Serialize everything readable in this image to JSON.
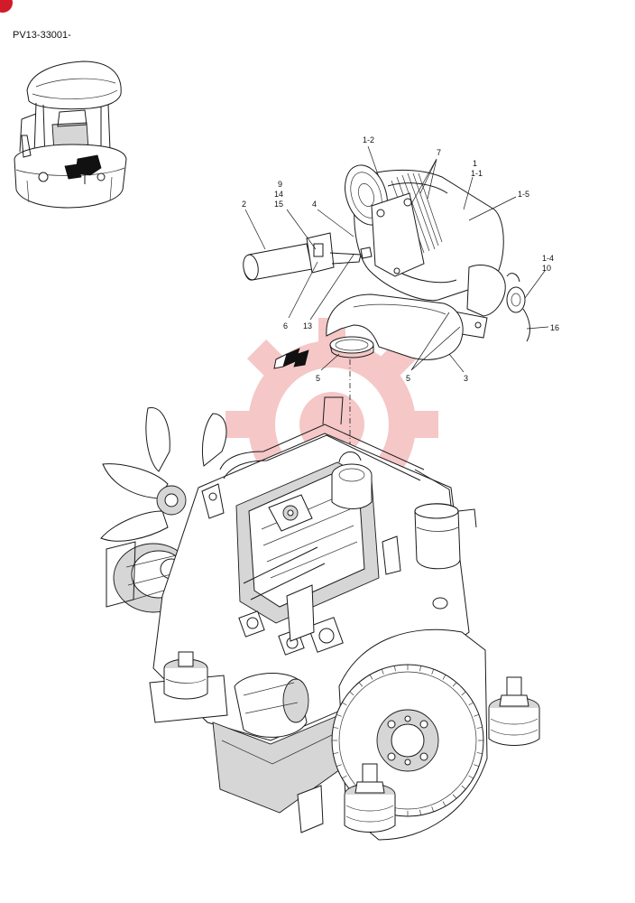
{
  "document": {
    "code": "PV13-33001-"
  },
  "colors": {
    "corner_tab": "#d11a2a",
    "watermark": "#f2b5b5"
  },
  "callouts": [
    {
      "id": "c-1-2",
      "text": "1-2"
    },
    {
      "id": "c-7",
      "text": "7"
    },
    {
      "id": "c-1",
      "text": "1"
    },
    {
      "id": "c-1-1",
      "text": "1-1"
    },
    {
      "id": "c-1-5",
      "text": "1-5"
    },
    {
      "id": "c-9",
      "text": "9"
    },
    {
      "id": "c-14",
      "text": "14"
    },
    {
      "id": "c-15",
      "text": "15"
    },
    {
      "id": "c-4",
      "text": "4"
    },
    {
      "id": "c-2",
      "text": "2"
    },
    {
      "id": "c-1-4",
      "text": "1-4"
    },
    {
      "id": "c-10",
      "text": "10"
    },
    {
      "id": "c-16",
      "text": "16"
    },
    {
      "id": "c-6",
      "text": "6"
    },
    {
      "id": "c-13",
      "text": "13"
    },
    {
      "id": "c-5a",
      "text": "5"
    },
    {
      "id": "c-5b",
      "text": "5"
    },
    {
      "id": "c-3",
      "text": "3"
    }
  ],
  "icons": [
    "corner-tab-icon",
    "machine-locator-icon",
    "direction-arrow-icon",
    "watermark-gear-icon"
  ]
}
